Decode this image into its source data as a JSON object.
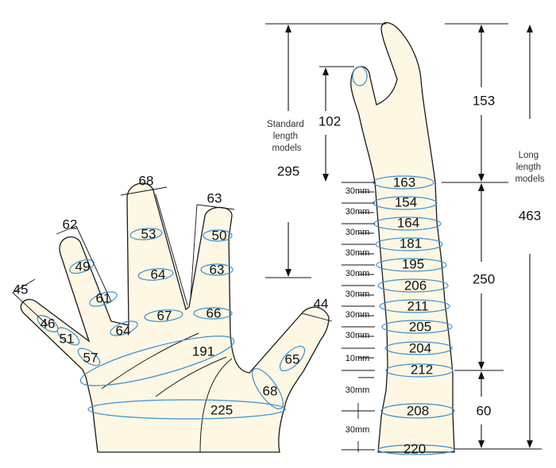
{
  "hand": {
    "tip_widths": {
      "little": "45",
      "ring": "62",
      "middle": "68",
      "index": "63",
      "thumb": "44"
    },
    "little_finger": {
      "upper": "46",
      "lower": "51",
      "base": "57"
    },
    "ring_finger": {
      "upper": "49",
      "lower": "61",
      "base": "64"
    },
    "middle_finger": {
      "upper": "53",
      "lower": "64",
      "base": "67"
    },
    "index_finger": {
      "upper": "50",
      "lower": "63",
      "base": "66"
    },
    "thumb": {
      "upper": "65",
      "base": "68"
    },
    "palm": {
      "knuckles": "191",
      "palm": "225"
    }
  },
  "arm": {
    "circumferences": [
      "163",
      "154",
      "164",
      "181",
      "195",
      "206",
      "211",
      "205",
      "204",
      "212",
      "208",
      "220"
    ],
    "spacing_labels": [
      "30mm",
      "30mm",
      "30mm",
      "30mm",
      "30mm",
      "30mm",
      "30mm",
      "30mm",
      "10mm",
      "30mm",
      "30mm"
    ]
  },
  "lengths": {
    "standard_caption": [
      "Standard",
      "length",
      "models"
    ],
    "standard_total": "295",
    "standard_hand": "102",
    "long_caption": [
      "Long",
      "length",
      "models"
    ],
    "long_total": "463",
    "long_hand": "153",
    "long_mid": "250",
    "long_bottom": "60"
  }
}
